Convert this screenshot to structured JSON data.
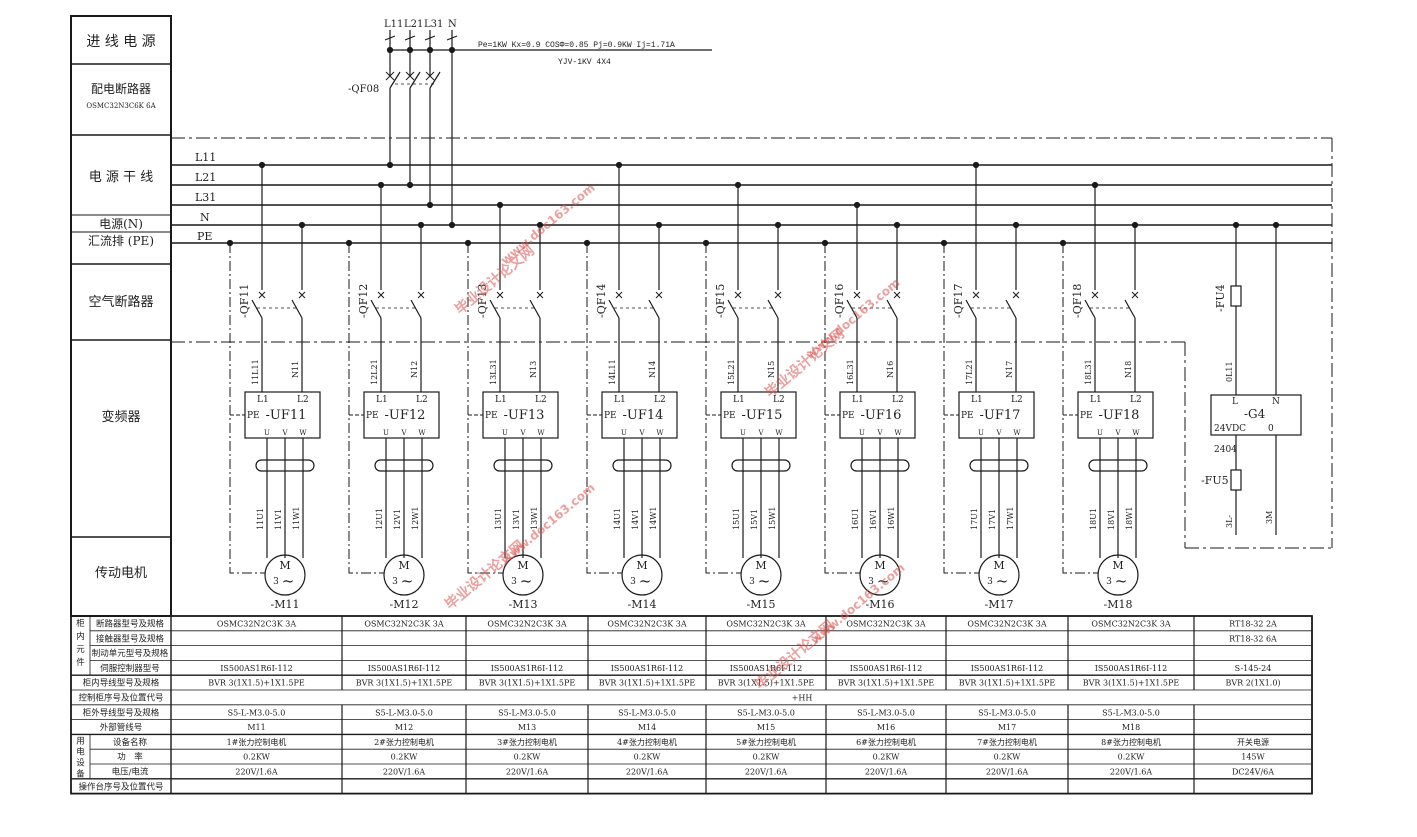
{
  "left_labels": {
    "incoming": "进 线 电 源",
    "breaker": "配电断路器",
    "breaker_model": "OSMC32N3C6K  6A",
    "bus": "电 源 干 线",
    "neutral": "电源(N)",
    "pe": "汇流排 (PE)",
    "air_breaker": "空气断路器",
    "inverter": "变频器",
    "motor": "传动电机"
  },
  "feeder": {
    "terminals": [
      "L11",
      "L21",
      "L31",
      "N"
    ],
    "spec_line1": "Pe=1KW Kx=0.9 COSΦ=0.85 Pj=0.9KW Ij=1.71A",
    "spec_line2": "YJV-1KV 4X4",
    "breaker_tag": "-QF08"
  },
  "bus_labels": [
    "L11",
    "L21",
    "L31",
    "N",
    "PE"
  ],
  "channels": [
    {
      "qf": "-QF11",
      "uf": "-UF11",
      "motor": "-M11",
      "wire_l": "11L11",
      "wire_n": "N11",
      "wire_u": "11U1",
      "wire_v": "11V1",
      "wire_w": "11W1"
    },
    {
      "qf": "-QF12",
      "uf": "-UF12",
      "motor": "-M12",
      "wire_l": "12L21",
      "wire_n": "N12",
      "wire_u": "12U1",
      "wire_v": "12V1",
      "wire_w": "12W1"
    },
    {
      "qf": "-QF13",
      "uf": "-UF13",
      "motor": "-M13",
      "wire_l": "13L31",
      "wire_n": "N13",
      "wire_u": "13U1",
      "wire_v": "13V1",
      "wire_w": "13W1"
    },
    {
      "qf": "-QF14",
      "uf": "-UF14",
      "motor": "-M14",
      "wire_l": "14L11",
      "wire_n": "N14",
      "wire_u": "14U1",
      "wire_v": "14V1",
      "wire_w": "14W1"
    },
    {
      "qf": "-QF15",
      "uf": "-UF15",
      "motor": "-M15",
      "wire_l": "15L21",
      "wire_n": "N15",
      "wire_u": "15U1",
      "wire_v": "15V1",
      "wire_w": "15W1"
    },
    {
      "qf": "-QF16",
      "uf": "-UF16",
      "motor": "-M16",
      "wire_l": "16L31",
      "wire_n": "N16",
      "wire_u": "16U1",
      "wire_v": "16V1",
      "wire_w": "16W1"
    },
    {
      "qf": "-QF17",
      "uf": "-UF17",
      "motor": "-M17",
      "wire_l": "17L21",
      "wire_n": "N17",
      "wire_u": "17U1",
      "wire_v": "17V1",
      "wire_w": "17W1"
    },
    {
      "qf": "-QF18",
      "uf": "-UF18",
      "motor": "-M18",
      "wire_l": "18L31",
      "wire_n": "N18",
      "wire_u": "18U1",
      "wire_v": "18V1",
      "wire_w": "18W1"
    }
  ],
  "inverter_pins": {
    "l1": "L1",
    "l2": "L2",
    "pe": "PE",
    "u": "U",
    "v": "V",
    "w": "W"
  },
  "motor_symbol": {
    "m": "M",
    "phase": "3",
    "ac": "~"
  },
  "psu": {
    "fuse1": "-FU4",
    "fuse2": "-FU5",
    "wire_in": "0L11",
    "tag": "-G4",
    "pin_l": "L",
    "pin_n": "N",
    "out_label": "24VDC",
    "out_zero": "0",
    "wire_2404": "2404",
    "wire_3l": "3L-",
    "wire_3m": "3M"
  },
  "table": {
    "group_label": "柜内元件",
    "row_labels": [
      "断路器型号及规格",
      "接触器型号及规格",
      "制动单元型号及规格",
      "伺服控制器型号",
      "柜内导线型号及规格",
      "控制柜序号及位置代号",
      "柜外导线型号及规格",
      "外部管线号",
      "设备名称",
      "功　率",
      "电压/电流",
      "操作台序号及位置代号"
    ],
    "device_group_label": "用电设备",
    "channel_rows": [
      {
        "breaker": "OSMC32N2C3K  3A",
        "servo": "IS500AS1R6I-112",
        "inner_wire": "BVR 3(1X1.5)+1X1.5PE",
        "outer_wire": "S5-L-M3.0-5.0",
        "pipe": "M11",
        "device": "1#张力控制电机",
        "power": "0.2KW",
        "volt": "220V/1.6A"
      },
      {
        "breaker": "OSMC32N2C3K  3A",
        "servo": "IS500AS1R6I-112",
        "inner_wire": "BVR 3(1X1.5)+1X1.5PE",
        "outer_wire": "S5-L-M3.0-5.0",
        "pipe": "M12",
        "device": "2#张力控制电机",
        "power": "0.2KW",
        "volt": "220V/1.6A"
      },
      {
        "breaker": "OSMC32N2C3K  3A",
        "servo": "IS500AS1R6I-112",
        "inner_wire": "BVR 3(1X1.5)+1X1.5PE",
        "outer_wire": "S5-L-M3.0-5.0",
        "pipe": "M13",
        "device": "3#张力控制电机",
        "power": "0.2KW",
        "volt": "220V/1.6A"
      },
      {
        "breaker": "OSMC32N2C3K  3A",
        "servo": "IS500AS1R6I-112",
        "inner_wire": "BVR 3(1X1.5)+1X1.5PE",
        "outer_wire": "S5-L-M3.0-5.0",
        "pipe": "M14",
        "device": "4#张力控制电机",
        "power": "0.2KW",
        "volt": "220V/1.6A"
      },
      {
        "breaker": "OSMC32N2C3K  3A",
        "servo": "IS500AS1R6I-112",
        "inner_wire": "BVR 3(1X1.5)+1X1.5PE",
        "outer_wire": "S5-L-M3.0-5.0",
        "pipe": "M15",
        "device": "5#张力控制电机",
        "power": "0.2KW",
        "volt": "220V/1.6A"
      },
      {
        "breaker": "OSMC32N2C3K  3A",
        "servo": "IS500AS1R6I-112",
        "inner_wire": "BVR 3(1X1.5)+1X1.5PE",
        "outer_wire": "S5-L-M3.0-5.0",
        "pipe": "M16",
        "device": "6#张力控制电机",
        "power": "0.2KW",
        "volt": "220V/1.6A"
      },
      {
        "breaker": "OSMC32N2C3K  3A",
        "servo": "IS500AS1R6I-112",
        "inner_wire": "BVR 3(1X1.5)+1X1.5PE",
        "outer_wire": "S5-L-M3.0-5.0",
        "pipe": "M17",
        "device": "7#张力控制电机",
        "power": "0.2KW",
        "volt": "220V/1.6A"
      },
      {
        "breaker": "OSMC32N2C3K  3A",
        "servo": "IS500AS1R6I-112",
        "inner_wire": "BVR 3(1X1.5)+1X1.5PE",
        "outer_wire": "S5-L-M3.0-5.0",
        "pipe": "M18",
        "device": "8#张力控制电机",
        "power": "0.2KW",
        "volt": "220V/1.6A"
      }
    ],
    "psu_col": {
      "breaker": "RT18-32  2A",
      "contactor": "RT18-32  6A",
      "servo": "S-145-24",
      "inner_wire": "BVR 2(1X1.0)",
      "device": "开关电源",
      "power": "145W",
      "volt": "DC24V/6A"
    },
    "cabinet_code": "+HH"
  },
  "watermark": {
    "cn": "毕业设计论文网",
    "url": "www.doc163.com"
  },
  "colors": {
    "line": "#1a1a1a",
    "watermark": "#d9534f"
  }
}
